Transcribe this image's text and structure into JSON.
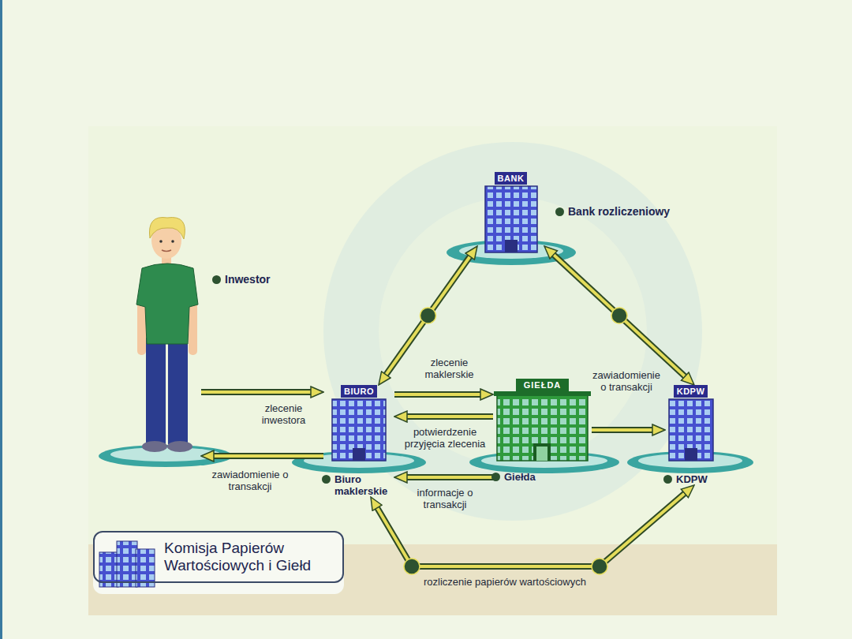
{
  "diagram": {
    "nodes": [
      {
        "text": [
          "Inwestor"
        ]
      },
      {
        "text": [
          "BANK",
          "Bank rozliczeniowy"
        ]
      },
      {
        "text": [
          "BIURO",
          "Biuro maklerskie"
        ]
      },
      {
        "text": [
          "GIEŁDA",
          "Giełda"
        ]
      },
      {
        "text": [
          "KDPW",
          "KDPW"
        ]
      },
      {
        "text": [
          "Komisja Papierów Wartościowych i Giełd"
        ]
      }
    ],
    "edges": [
      {
        "from": 0,
        "to": 2,
        "label": "zlecenie inwestora",
        "arrow": "to"
      },
      {
        "from": 2,
        "to": 0,
        "label": "zawiadomienie o transakcji",
        "arrow": "to"
      },
      {
        "from": 2,
        "to": 3,
        "label": "zlecenie maklerskie",
        "arrow": "to"
      },
      {
        "from": 3,
        "to": 2,
        "label": "potwierdzenie przyjęcia zlecenia",
        "arrow": "to"
      },
      {
        "from": 3,
        "to": 2,
        "label": "informacje o transakcji",
        "arrow": "to"
      },
      {
        "from": 3,
        "to": 4,
        "label": "zawiadomienie o transakcji",
        "arrow": "to"
      },
      {
        "from": 2,
        "to": 1,
        "arrow": "both"
      },
      {
        "from": 1,
        "to": 4,
        "arrow": "both"
      },
      {
        "from": 2,
        "to": 4,
        "label": "rozliczenie papierów wartościowych",
        "arrow": "both"
      }
    ]
  }
}
